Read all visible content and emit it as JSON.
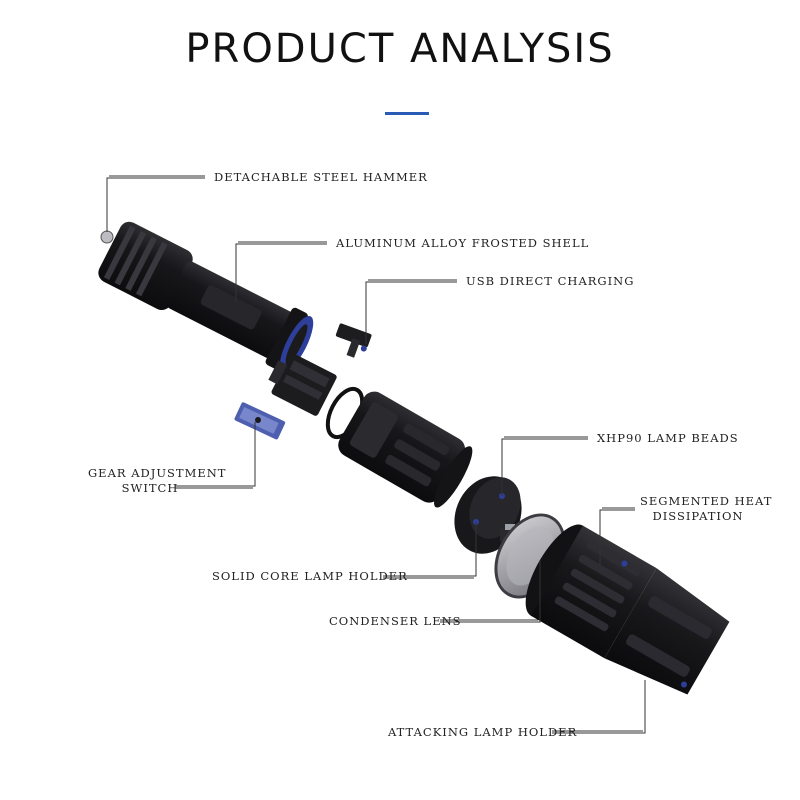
{
  "title": "PRODUCT ANALYSIS",
  "colors": {
    "accent": "#2a5cb6",
    "body": "#1c1c1e",
    "highlight": "#3a3a40",
    "blue_part": "#2d3f9a",
    "line": "#333333"
  },
  "labels": {
    "hammer": "DETACHABLE STEEL HAMMER",
    "shell": "ALUMINUM ALLOY FROSTED SHELL",
    "usb": "USB DIRECT CHARGING",
    "gear_1": "GEAR ADJUSTMENT",
    "gear_2": "SWITCH",
    "beads": "XHP90 LAMP BEADS",
    "heat_1": "SEGMENTED HEAT",
    "heat_2": "DISSIPATION",
    "core": "SOLID CORE LAMP HOLDER",
    "lens": "CONDENSER LENS",
    "attack": "ATTACKING LAMP HOLDER"
  }
}
